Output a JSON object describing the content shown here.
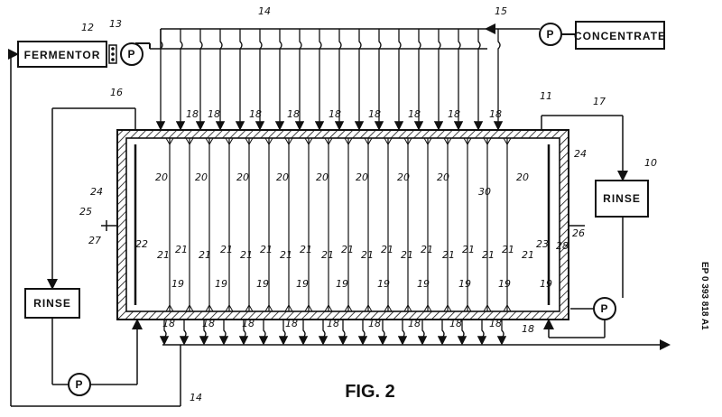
{
  "blocks": {
    "fermentor": "FERMENTOR",
    "concentrate": "CONCENTRATE",
    "rinse_right": "RINSE",
    "rinse_left": "RINSE",
    "pump_letter": "P"
  },
  "refs": {
    "r10": "10",
    "r11": "11",
    "r12": "12",
    "r13": "13",
    "r14": "14",
    "r14b": "14",
    "r15": "15",
    "r16": "16",
    "r17": "17",
    "r18": "18",
    "r19": "19",
    "r20": "20",
    "r21": "21",
    "r22": "22",
    "r23": "23",
    "r24": "24",
    "r25": "25",
    "r26": "26",
    "r27": "27",
    "r28": "28",
    "r30": "30"
  },
  "caption": "FIG. 2",
  "side_text": "EP 0 393 818 A1"
}
